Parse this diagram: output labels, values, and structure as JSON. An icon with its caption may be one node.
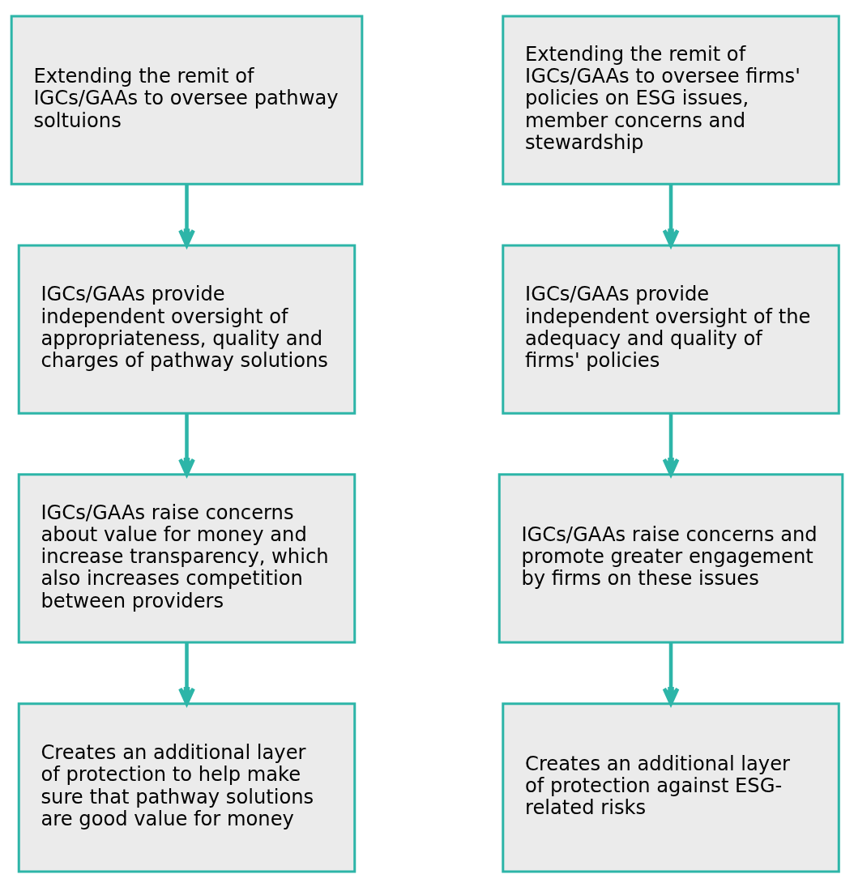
{
  "diagram": {
    "nodes": [
      {
        "text": [
          "Extending the remit of IGCs/GAAs to oversee pathway soltuions"
        ]
      },
      {
        "text": [
          "IGCs/GAAs provide independent oversight of appropriateness, quality and charges of pathway solutions"
        ]
      },
      {
        "text": [
          "IGCs/GAAs raise concerns about value for money and increase transparency, which also increases competition between providers"
        ]
      },
      {
        "text": [
          "Creates an additional layer of protection to help make sure that pathway solutions are good value for money"
        ]
      },
      {
        "text": [
          "Extending the remit of IGCs/GAAs to oversee firms' policies on ESG issues, member concerns and stewardship"
        ]
      },
      {
        "text": [
          "IGCs/GAAs provide independent oversight of the adequacy and quality of firms' policies"
        ]
      },
      {
        "text": [
          "IGCs/GAAs raise concerns and promote greater engagement by firms on these issues"
        ]
      },
      {
        "text": [
          "Creates an additional layer of protection against ESG-related risks"
        ]
      }
    ],
    "edges": [
      {
        "from": 0,
        "to": 1,
        "arrow": "to"
      },
      {
        "from": 1,
        "to": 2,
        "arrow": "to"
      },
      {
        "from": 2,
        "to": 3,
        "arrow": "to"
      },
      {
        "from": 4,
        "to": 5,
        "arrow": "to"
      },
      {
        "from": 5,
        "to": 6,
        "arrow": "to"
      },
      {
        "from": 6,
        "to": 7,
        "arrow": "to"
      }
    ]
  }
}
